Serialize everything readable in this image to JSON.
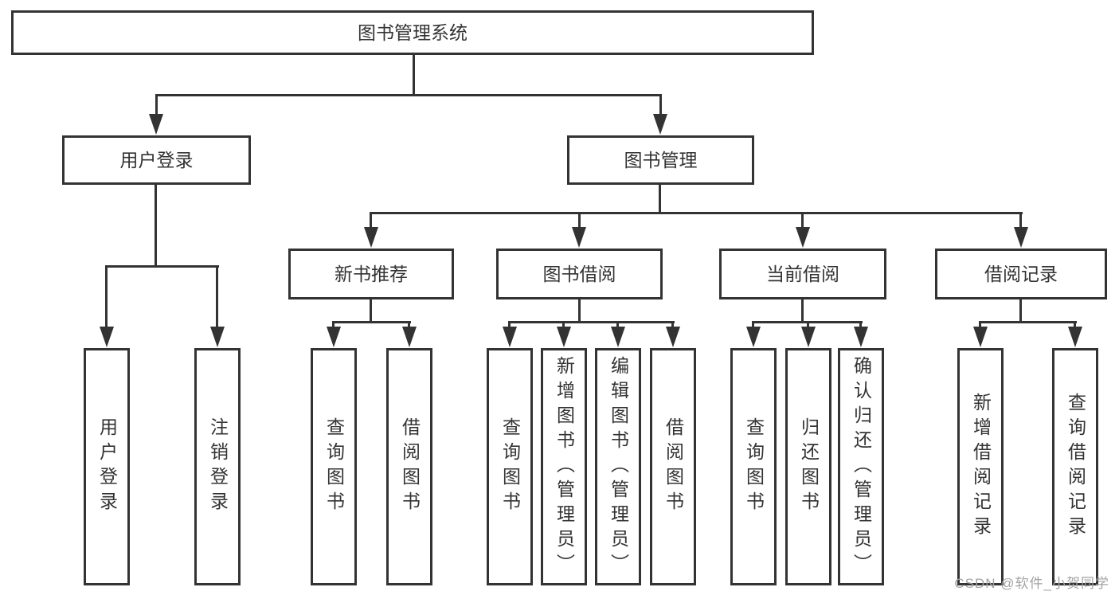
{
  "colors": {
    "line": "#333333",
    "box_border": "#333333",
    "box_fill": "#ffffff",
    "text": "#333333",
    "watermark": "#a3a3a3",
    "background": "#ffffff"
  },
  "watermark": {
    "text": "CSDN @软件_小贺同学"
  },
  "tree": {
    "label": "图书管理系统",
    "children": [
      {
        "label": "用户登录",
        "children": [
          {
            "label": "用户登录"
          },
          {
            "label": "注销登录"
          }
        ]
      },
      {
        "label": "图书管理",
        "children": [
          {
            "label": "新书推荐",
            "children": [
              {
                "label": "查询图书"
              },
              {
                "label": "借阅图书"
              }
            ]
          },
          {
            "label": "图书借阅",
            "children": [
              {
                "label": "查询图书"
              },
              {
                "label": "新增图书（管理员）"
              },
              {
                "label": "编辑图书（管理员）"
              },
              {
                "label": "借阅图书"
              }
            ]
          },
          {
            "label": "当前借阅",
            "children": [
              {
                "label": "查询图书"
              },
              {
                "label": "归还图书"
              },
              {
                "label": "确认归还（管理员）"
              }
            ]
          },
          {
            "label": "借阅记录",
            "children": [
              {
                "label": "新增借阅记录"
              },
              {
                "label": "查询借阅记录"
              }
            ]
          }
        ]
      }
    ]
  }
}
